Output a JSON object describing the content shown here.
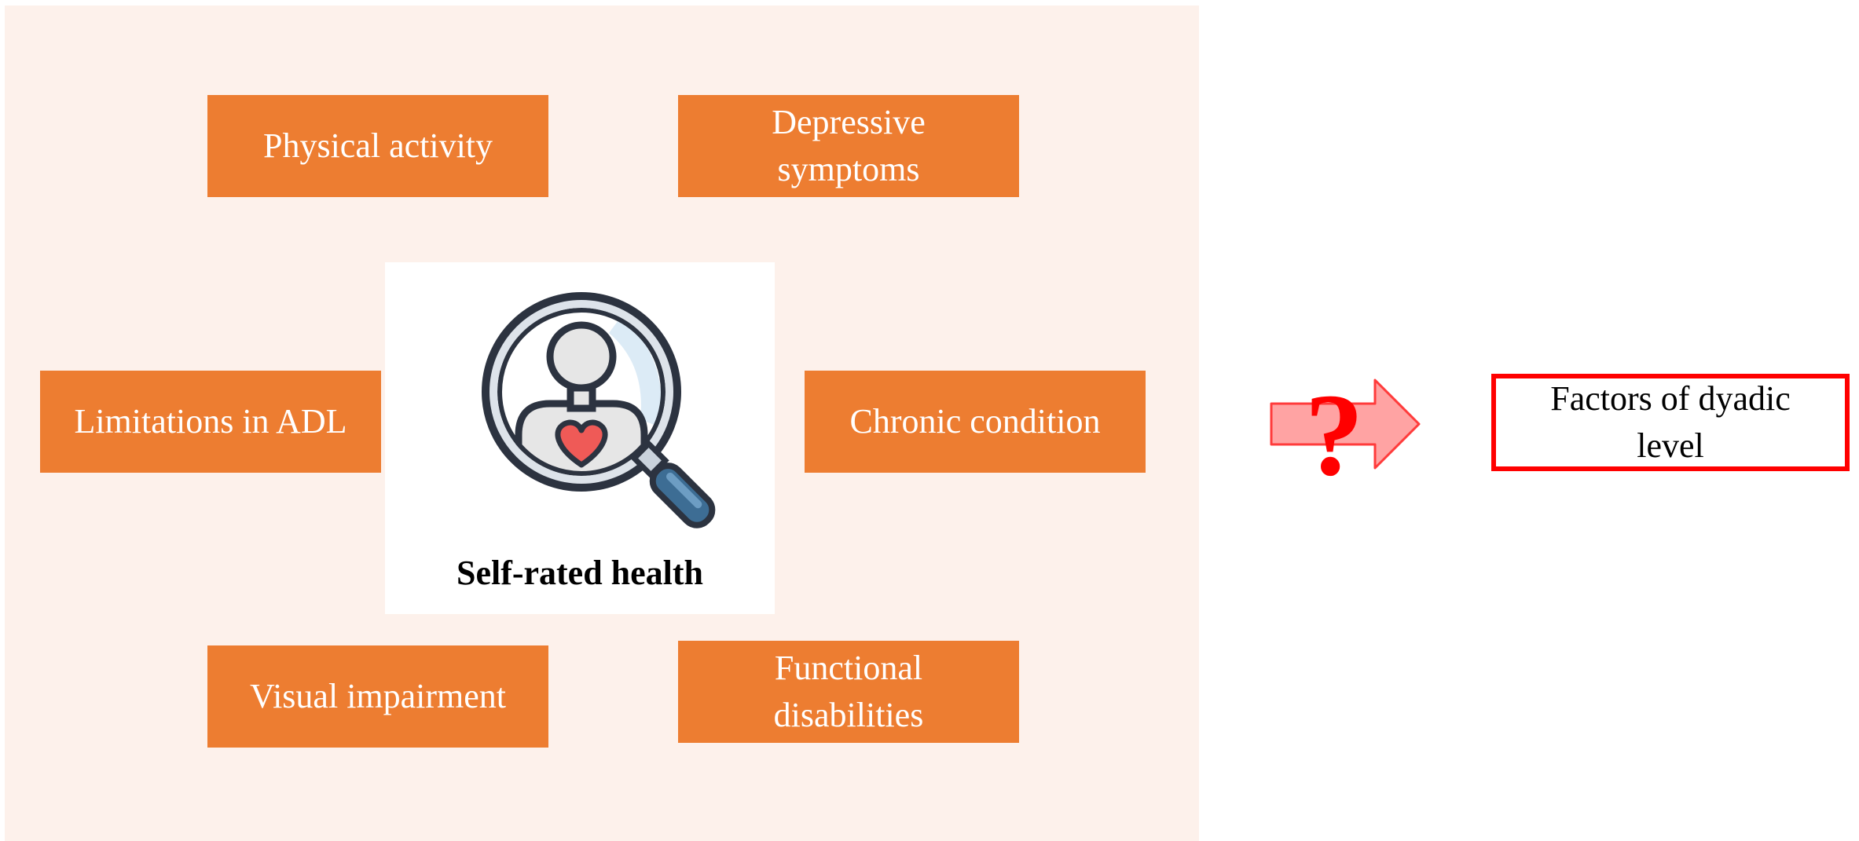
{
  "diagram": {
    "factors": {
      "physical_activity": "Physical activity",
      "depressive_symptoms": "Depressive\nsymptoms",
      "limitations_adl": "Limitations in ADL",
      "chronic_condition": "Chronic condition",
      "visual_impairment": "Visual impairment",
      "functional_disabilities": "Functional\ndisabilities"
    },
    "center": {
      "label": "Self-rated health",
      "icon": "magnifier-person-heart-icon"
    },
    "connector": {
      "symbol": "?",
      "icon": "right-arrow-icon"
    },
    "outcome": {
      "label": "Factors of dyadic\nlevel"
    },
    "colors": {
      "panel_bg": "#fdf1eb",
      "factor_fill": "#ed7d31",
      "outcome_border": "#ff0000",
      "arrow_fill": "#ffa3a3",
      "question_mark": "#ff0000"
    }
  }
}
